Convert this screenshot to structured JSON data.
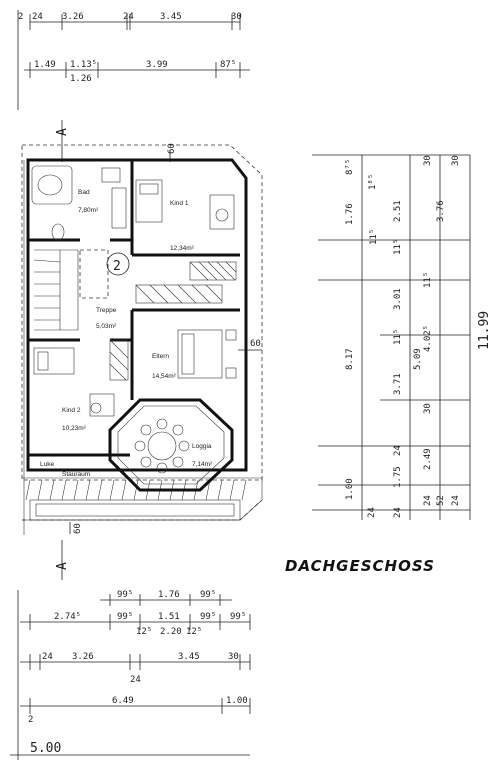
{
  "title": "DACHGESCHOSS",
  "section_marker": "A",
  "stair_number": "2",
  "rooms": {
    "bad": {
      "name": "Bad",
      "area": "7,80m²"
    },
    "kind1": {
      "name": "Kind 1",
      "area": "12,34m²"
    },
    "treppe": {
      "name": "Treppe",
      "area": "5,03m²"
    },
    "eltern": {
      "name": "Eltern",
      "area": "14,54m²"
    },
    "kind2": {
      "name": "Kind 2",
      "area": "10,23m²"
    },
    "loggia": {
      "name": "Loggia",
      "area": "7,14m²"
    },
    "luke": {
      "name": "Luke"
    },
    "stauraum": {
      "name": "Stauraum"
    }
  },
  "plan_dims": {
    "d60_top": "60",
    "d60_right": "60",
    "d60_bottom": "60"
  },
  "top_dims": {
    "row1": [
      "2",
      "24",
      "3.26",
      "24",
      "3.45",
      "30"
    ],
    "row2": [
      "1.49",
      "1.13⁵",
      "3.99",
      "87⁵"
    ],
    "row2b": [
      "1.26"
    ]
  },
  "bottom_dims": {
    "row1": [
      "99⁵",
      "1.76",
      "99⁵"
    ],
    "row2": [
      "2.74⁵",
      "99⁵",
      "1.51",
      "99⁵",
      "99⁵"
    ],
    "row2b": [
      "12⁵",
      "2.20",
      "12⁵"
    ],
    "row3": [
      "24",
      "3.26",
      "3.45",
      "30"
    ],
    "row3b": [
      "24"
    ],
    "row4": [
      "6.49",
      "1.00"
    ],
    "row4b": [
      "2"
    ],
    "row5": [
      "5.00"
    ]
  },
  "right_dims": {
    "col1": [
      "8⁷⁵",
      "1.76",
      "1⁸⁵",
      "8.17",
      "1.00",
      "24"
    ],
    "col2": [
      "2.51",
      "11⁵",
      "3.01",
      "11⁵",
      "3.71",
      "24",
      "1.75",
      "52",
      "24"
    ],
    "col3": [
      "11⁵",
      "4.02⁵",
      "5.09",
      "30",
      "2.49",
      "24"
    ],
    "col4": [
      "30",
      "3.76",
      "11⁵",
      "24"
    ],
    "col5": [
      "30",
      "11.99"
    ]
  }
}
